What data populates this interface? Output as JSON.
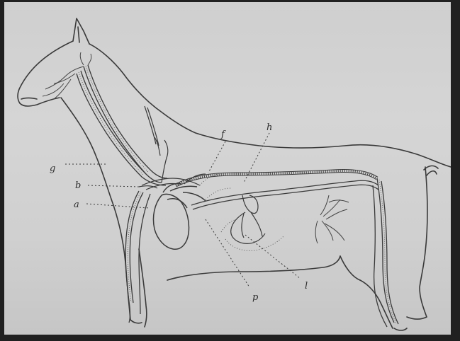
{
  "diagram": {
    "labels": {
      "a": "a",
      "b": "b",
      "f": "f",
      "g": "g",
      "h": "h",
      "l": "l",
      "p": "p"
    }
  },
  "colors": {
    "ink": "#3a3a3a",
    "paper": "#d2d2d2",
    "border": "#202020"
  }
}
